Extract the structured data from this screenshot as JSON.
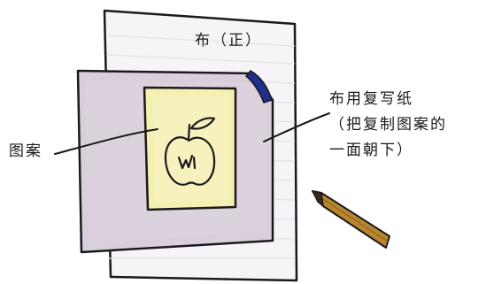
{
  "labels": {
    "cloth": "布（正）",
    "pattern": "图案",
    "carbon_paper": {
      "line1": "布用复写纸",
      "line2": "（把复制图案的",
      "line3": "一面朝下）"
    }
  },
  "colors": {
    "cloth": "#f6f4f7",
    "cloth_lines": "#e4e0e9",
    "carbon_paper": "#d9cfdb",
    "pattern_paper": "#f4f0b2",
    "pencil_body": "#b8862e",
    "pencil_tip": "#3b2a1a",
    "blue_edge": "#1f2f8a",
    "outline": "#1a1a1a"
  },
  "icons": {
    "apple": "apple-icon",
    "pencil": "pencil-icon"
  }
}
